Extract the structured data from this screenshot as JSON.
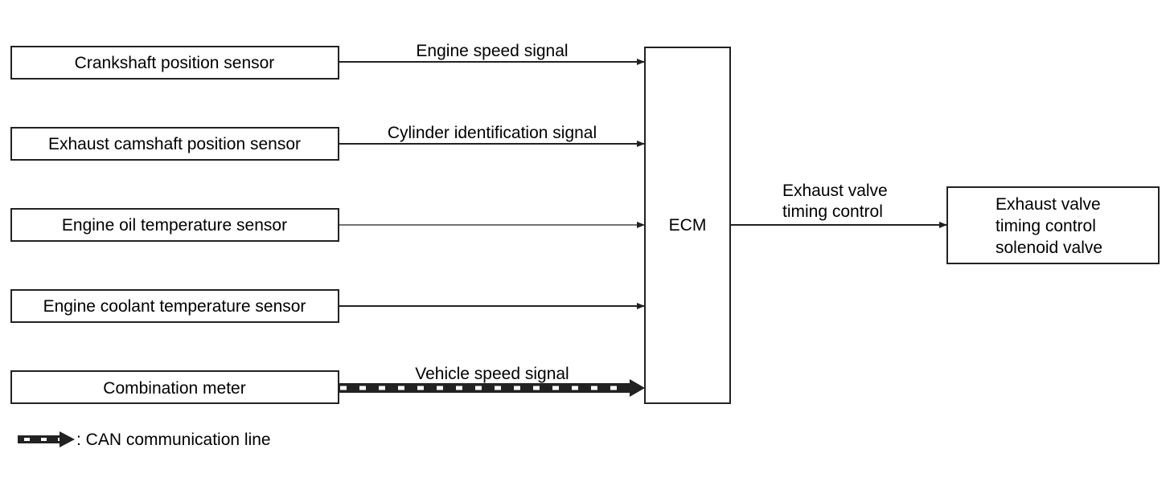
{
  "sensors": [
    {
      "label": "Crankshaft position sensor",
      "signal": "Engine speed signal"
    },
    {
      "label": "Exhaust camshaft position sensor",
      "signal": "Cylinder identification signal"
    },
    {
      "label": "Engine oil temperature sensor",
      "signal": ""
    },
    {
      "label": "Engine coolant temperature sensor",
      "signal": ""
    },
    {
      "label": "Combination meter",
      "signal": "Vehicle speed signal"
    }
  ],
  "ecm": {
    "label": "ECM"
  },
  "output": {
    "signal_line1": "Exhaust valve",
    "signal_line2": "timing control",
    "target_line1": "Exhaust valve",
    "target_line2": "timing control",
    "target_line3": "solenoid valve"
  },
  "legend": {
    "label": ": CAN communication line"
  }
}
